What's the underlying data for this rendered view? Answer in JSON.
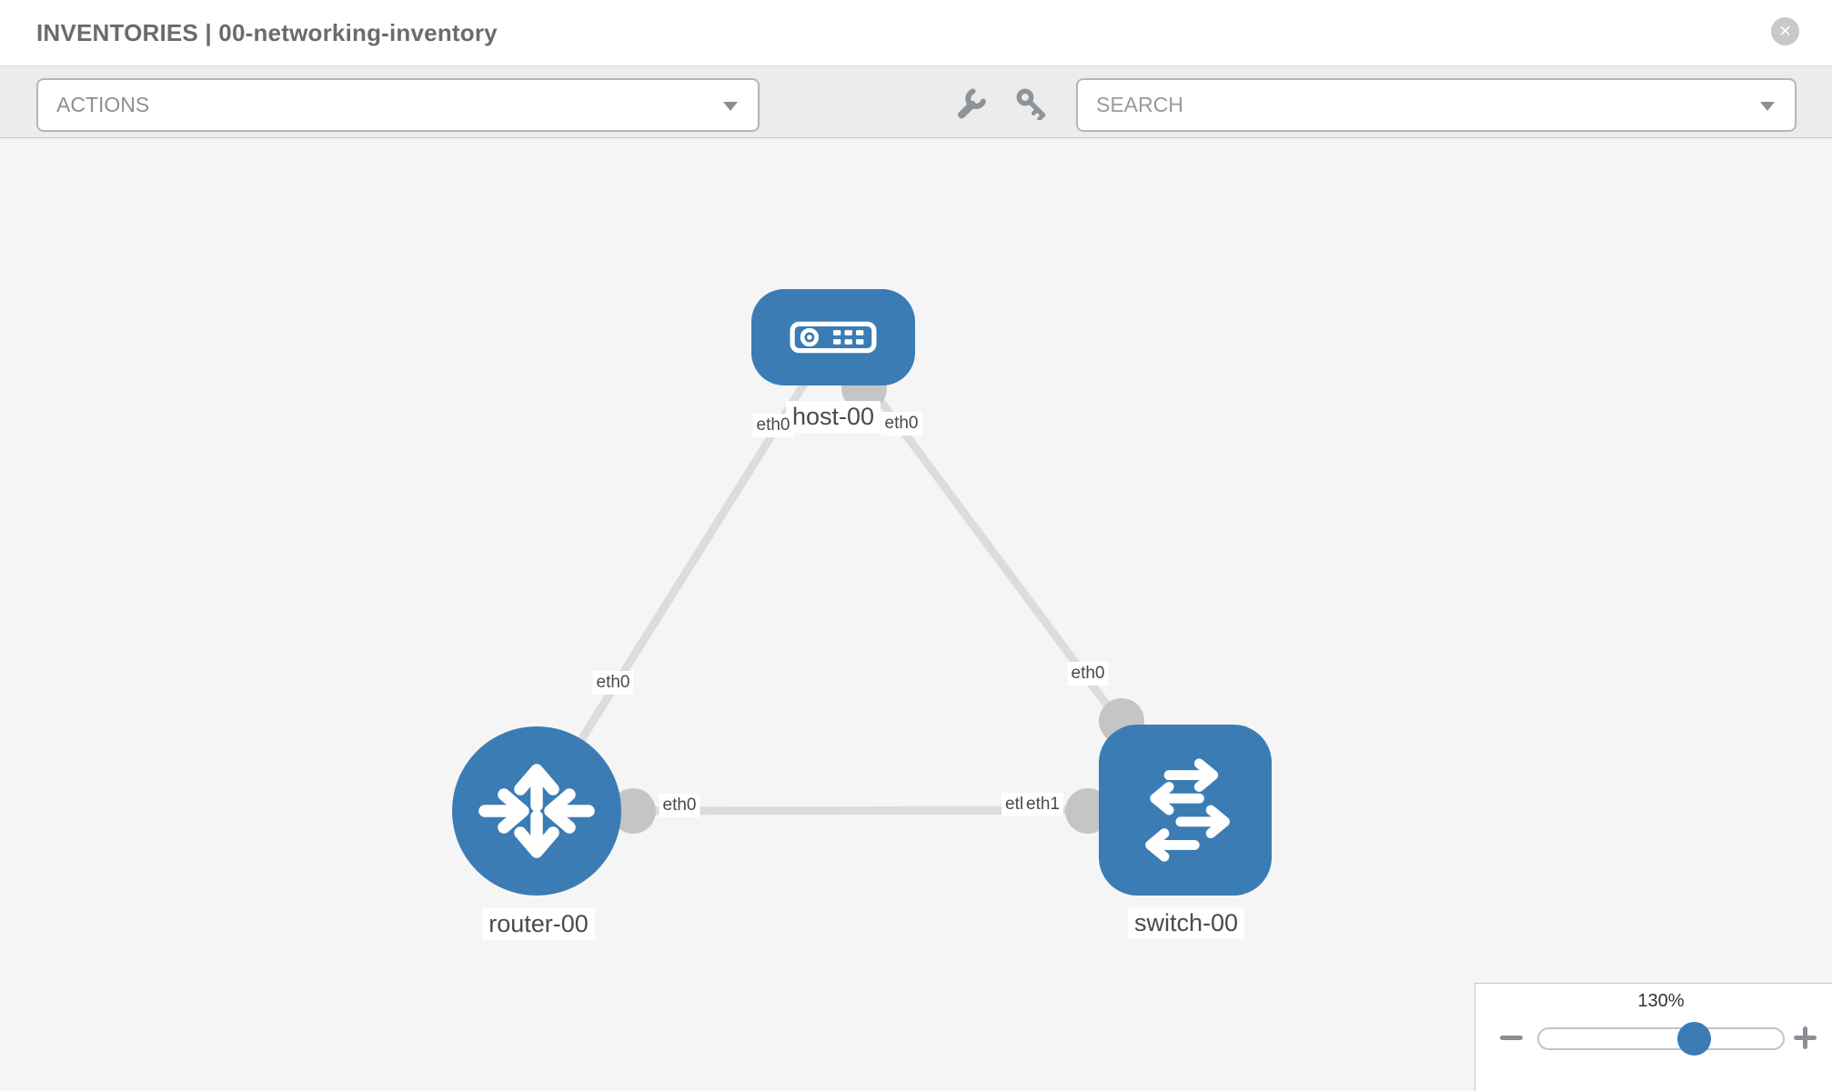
{
  "header": {
    "title": "INVENTORIES | 00-networking-inventory",
    "close_icon": "✕"
  },
  "toolbar": {
    "actions_label": "ACTIONS",
    "search_placeholder": "SEARCH",
    "icons": [
      "wrench-icon",
      "key-icon"
    ]
  },
  "topology": {
    "nodes": [
      {
        "id": "host-00",
        "type": "host",
        "label": "host-00"
      },
      {
        "id": "router-00",
        "type": "router",
        "label": "router-00"
      },
      {
        "id": "switch-00",
        "type": "switch",
        "label": "switch-00"
      }
    ],
    "links": [
      {
        "from": "host-00",
        "from_label": "eth0",
        "to": "router-00",
        "to_label": "eth0"
      },
      {
        "from": "host-00",
        "from_label": "eth0",
        "to": "switch-00",
        "to_label": "eth0"
      },
      {
        "from": "router-00",
        "from_label": "eth0",
        "to": "switch-00",
        "to_label": "eth1",
        "to_label_overlap": "eth0"
      }
    ]
  },
  "zoom_control": {
    "level": "130%"
  },
  "colors": {
    "node_blue": "#3b7cb5",
    "link_gray": "#dcdcdc",
    "interface_dot_gray": "#c5c5c5",
    "canvas_bg": "#f5f5f5",
    "toolbar_bg": "#ececec"
  }
}
